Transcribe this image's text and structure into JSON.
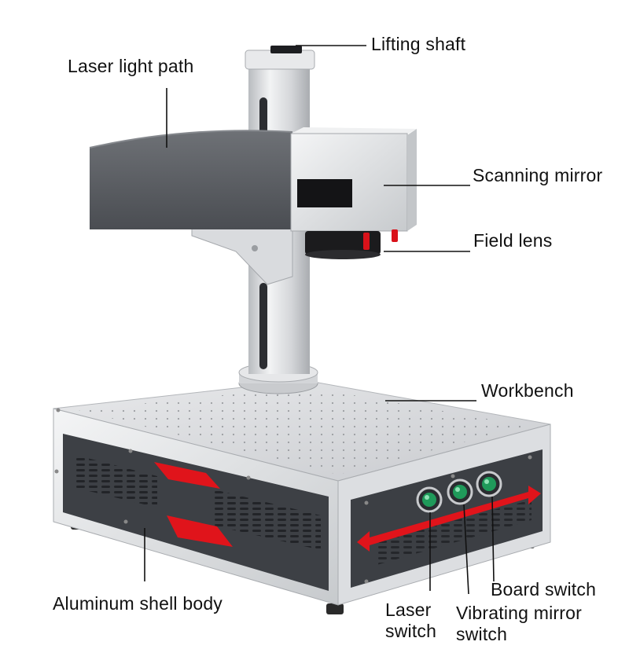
{
  "labels": {
    "lifting_shaft": "Lifting shaft",
    "laser_light_path": "Laser light path",
    "scanning_mirror": "Scanning mirror",
    "field_lens": "Field lens",
    "workbench": "Workbench",
    "aluminum_shell_body": "Aluminum shell body",
    "board_switch": "Board switch",
    "laser_switch": [
      "Laser",
      "switch"
    ],
    "vibrating_mirror_switch": [
      "Vibrating mirror",
      "switch"
    ]
  },
  "colors": {
    "head_dark_gray": "#5b5e63",
    "aluminum": "#d9dbde",
    "panel_dark": "#3c3f44",
    "accent_red": "#e0141b",
    "button_green": "#1f9a5a",
    "lens_black": "#1b1b1d"
  }
}
